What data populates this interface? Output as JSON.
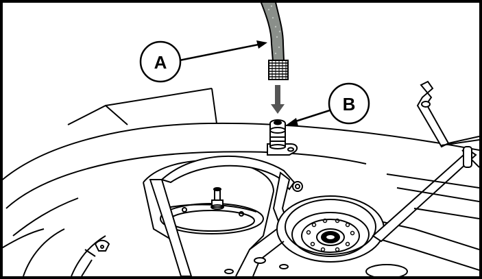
{
  "callouts": {
    "a": {
      "label": "A",
      "target": "hose-connector"
    },
    "b": {
      "label": "B",
      "target": "deck-wash-port"
    }
  },
  "colors": {
    "line": "#000000",
    "hose": "#8a8f8a",
    "arrow": "#555555",
    "background": "#ffffff"
  }
}
